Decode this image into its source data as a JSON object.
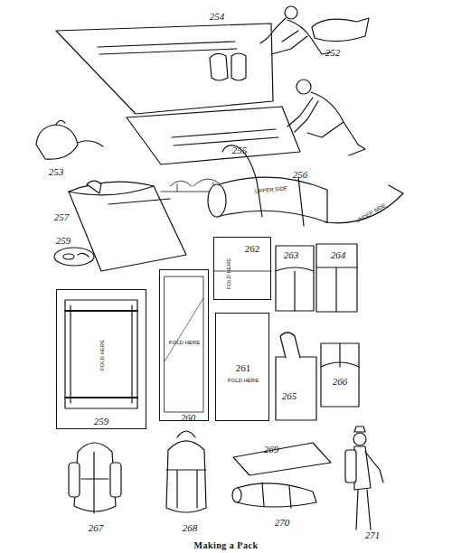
{
  "diagram": {
    "caption": "Making a Pack",
    "nodes": [
      {
        "text": [
          "262",
          "FOLD HERE"
        ]
      },
      {
        "text": [
          "FOLD HERE"
        ]
      },
      {
        "text": [
          "FOLD HERE"
        ]
      },
      {
        "text": [
          "261",
          "FOLD HERE"
        ]
      }
    ],
    "labels": [
      "254",
      "252",
      "253",
      "255",
      "256",
      "UPPER SIDE",
      "UNDER SIDE",
      "257",
      "259",
      "263",
      "264",
      "265",
      "266",
      "259",
      "260",
      "267",
      "268",
      "269",
      "270",
      "271"
    ]
  }
}
